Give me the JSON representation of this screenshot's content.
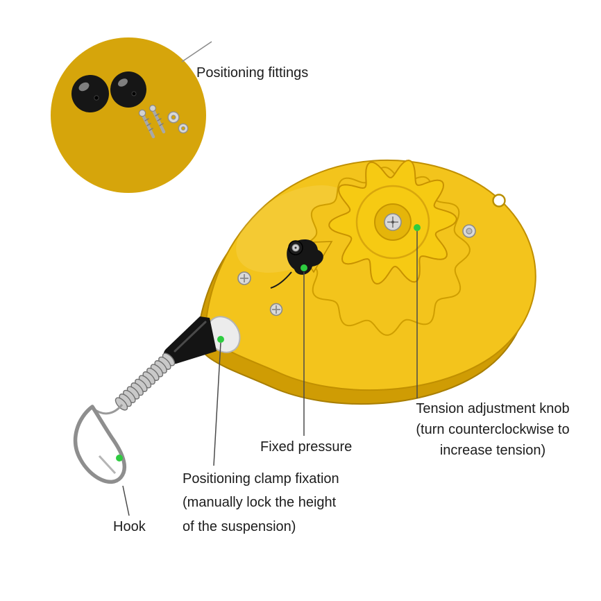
{
  "labels": {
    "positioning_fittings": "Positioning fittings",
    "tension_knob": "Tension adjustment knob\n(turn counterclockwise to\nincrease tension)",
    "fixed_pressure": "Fixed pressure",
    "positioning_clamp": "Positioning clamp fixation\n(manually lock the height\nof the suspension)",
    "hook": "Hook"
  },
  "colors": {
    "body_yellow": "#f3c41c",
    "body_shadow": "#cf9c04",
    "body_outline": "#c08f00",
    "knob_yellow": "#f6ca13",
    "inset_yellow": "#d6a50b",
    "callout_green": "#2ecc40",
    "metal_gray": "#c9c9c9",
    "text": "#1c1c1c"
  }
}
